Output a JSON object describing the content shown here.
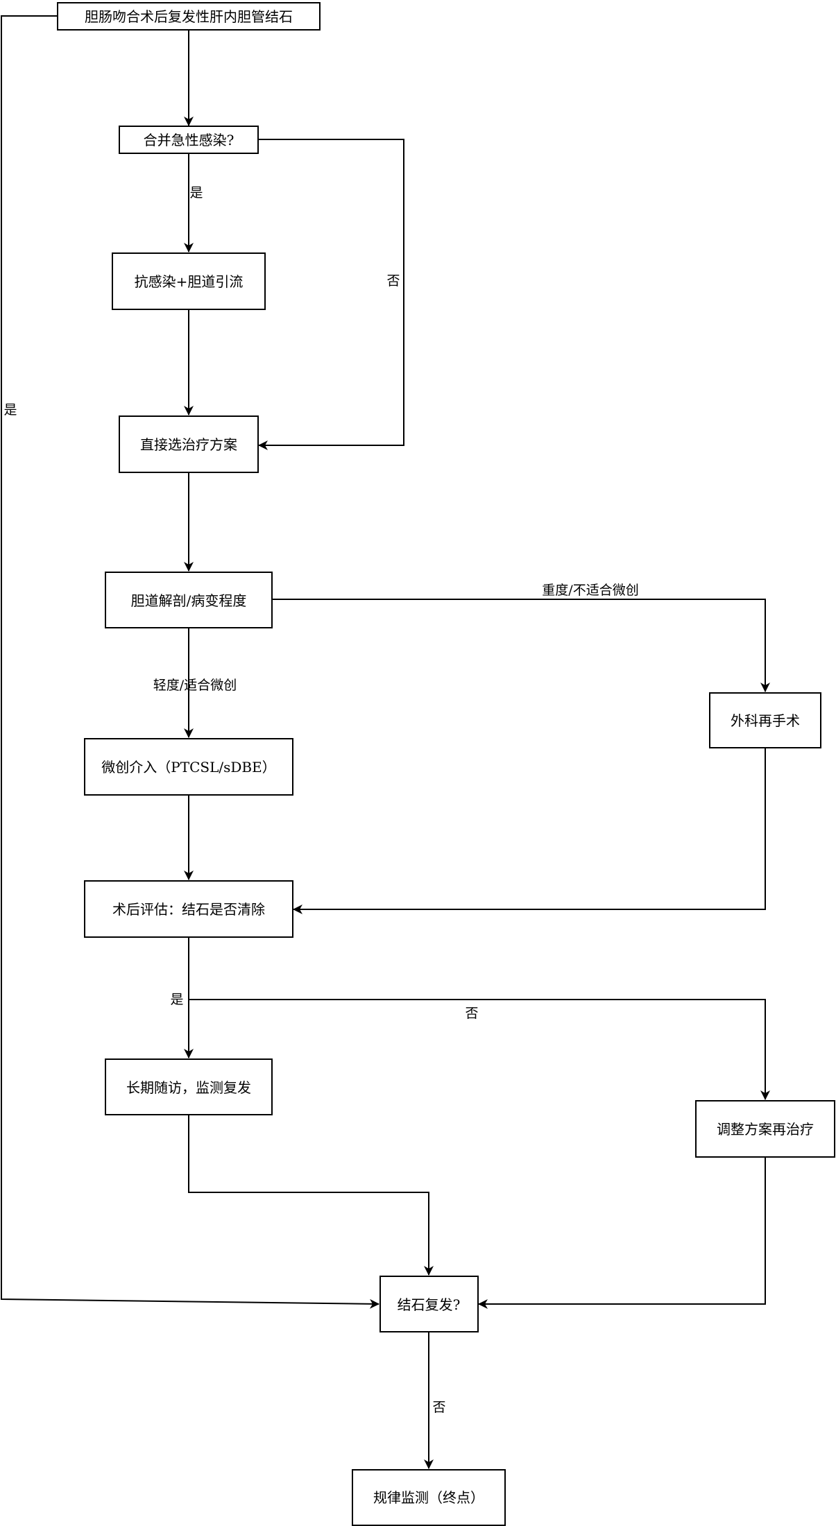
{
  "nodes": {
    "start": "胆肠吻合术后复发性肝内胆管结石",
    "acute_infection": "合并急性感染?",
    "anti_infection": "抗感染+胆道引流",
    "direct_plan": "直接选治疗方案",
    "anatomy": "胆道解剖/病变程度",
    "minimally_invasive": "微创介入（PTCSL/sDBE）",
    "reoperation": "外科再手术",
    "post_eval": "术后评估：结石是否清除",
    "follow_up": "长期随访，监测复发",
    "adjust": "调整方案再治疗",
    "recurrence": "结石复发?",
    "monitor": "规律监测（终点）"
  },
  "edges": {
    "infection_yes": "是",
    "infection_no": "否",
    "severe": "重度/不适合微创",
    "mild": "轻度/适合微创",
    "cleared_yes": "是",
    "cleared_no": "否",
    "start_to_recurrence_yes": "是",
    "recurrence_no": "否"
  }
}
